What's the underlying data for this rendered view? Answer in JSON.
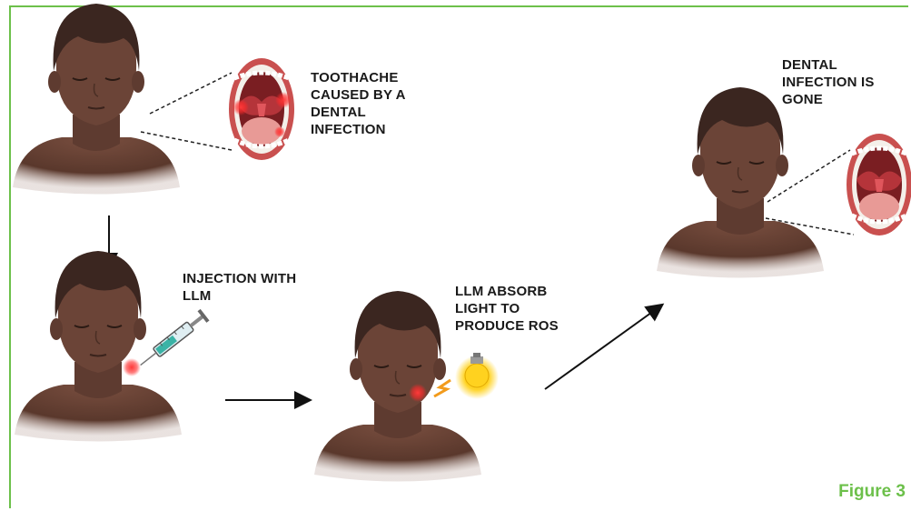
{
  "steps": [
    {
      "caption": "TOOTHACHE\nCAUSED BY A\nDENTAL\nINFECTION"
    },
    {
      "caption": "INJECTION WITH\nLLM"
    },
    {
      "caption": "LLM ABSORB\nLIGHT TO\nPRODUCE ROS"
    },
    {
      "caption": "DENTAL\nINFECTION IS\nGONE"
    }
  ],
  "figure_label": "Figure 3",
  "colors": {
    "frame": "#6cc04a",
    "skin": "#6b4437",
    "hair": "#3b2620",
    "mouth_outer": "#c9504f",
    "infection": "#ff2a2a",
    "bulb": "#ffd21f"
  },
  "icons": [
    "person-icon",
    "open-mouth-icon",
    "syringe-icon",
    "light-bulb-icon",
    "lightning-icon",
    "arrow-icon"
  ]
}
